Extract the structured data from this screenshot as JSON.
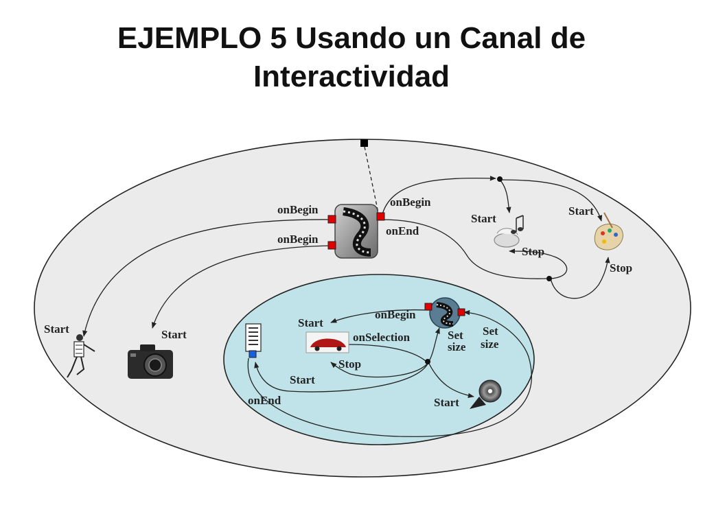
{
  "title": {
    "line1": "EJEMPLO 5 Usando un Canal de",
    "line2": "Interactividad"
  },
  "colors": {
    "outer_fill": "#ebebeb",
    "inner_fill": "#bfe3e8",
    "port_red": "#e00000",
    "port_blue": "#1a5fe0"
  },
  "labels": {
    "onbegin_left_top": "onBegin",
    "onbegin_left_bottom": "onBegin",
    "onbegin_right": "onBegin",
    "onend_right": "onEnd",
    "start_music": "Start",
    "stop_music": "Stop",
    "start_palette": "Start",
    "stop_palette": "Stop",
    "start_runner": "Start",
    "start_camera": "Start",
    "start_inner": "Start",
    "onbegin_inner": "onBegin",
    "onselection": "onSelection",
    "setsize_1": "Set",
    "setsize_1b": "size",
    "setsize_2": "Set",
    "setsize_2b": "size",
    "stop_inner": "Stop",
    "start_bottom": "Start",
    "onend_doc": "onEnd",
    "start_disc": "Start"
  },
  "icons": {
    "video_main": "film-reel-icon",
    "music": "music-notes-icon",
    "palette": "paint-palette-icon",
    "runner": "runner-icon",
    "camera": "camera-icon",
    "document": "document-icon",
    "car": "red-car-icon",
    "video_inner": "small-film-icon",
    "disc": "disc-icon"
  }
}
